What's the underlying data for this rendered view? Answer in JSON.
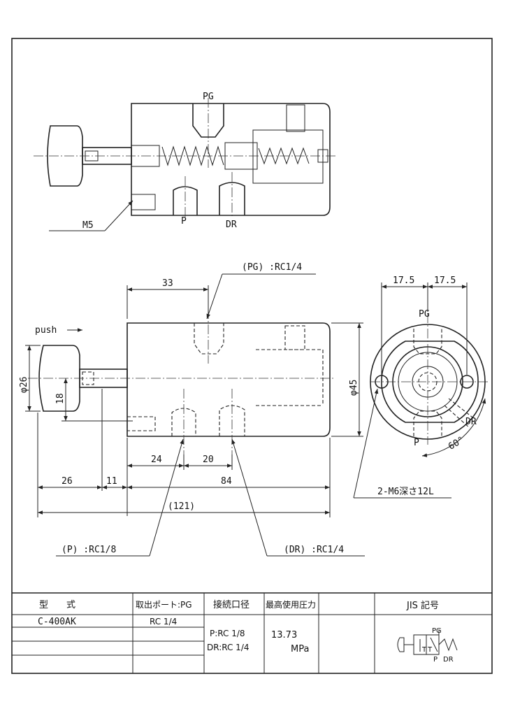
{
  "top_view": {
    "port_pg": "PG",
    "port_p": "P",
    "port_dr": "DR",
    "m5": "M5"
  },
  "main_view": {
    "pg_callout": "(PG) :RC1/4",
    "p_callout": "(P) :RC1/8",
    "dr_callout": "(DR) :RC1/4",
    "push_label": "push",
    "dim_33": "33",
    "dim_24": "24",
    "dim_20": "20",
    "dim_26": "26",
    "dim_11": "11",
    "dim_84": "84",
    "dim_121": "(121)",
    "dim_phi26": "φ26",
    "dim_18": "18",
    "dim_phi45": "φ45"
  },
  "end_view": {
    "dim_left": "17.5",
    "dim_right": "17.5",
    "port_pg": "PG",
    "port_p": "P",
    "port_dr": "DR",
    "angle": "60°",
    "mount_holes": "2-M6深さ12L"
  },
  "spec_table": {
    "headers": [
      "型　　式",
      "取出ポート:PG",
      "接続口径",
      "最高使用圧力",
      "JIS 記号"
    ],
    "model": "C-400AK",
    "pg_port": "RC 1/4",
    "connection_p": "P:RC 1/8",
    "connection_dr": "DR:RC 1/4",
    "pressure_value": "13.73",
    "pressure_unit": "MPa",
    "jis_pg": "PG",
    "jis_p": "P",
    "jis_dr": "DR",
    "jis_t": "T"
  }
}
